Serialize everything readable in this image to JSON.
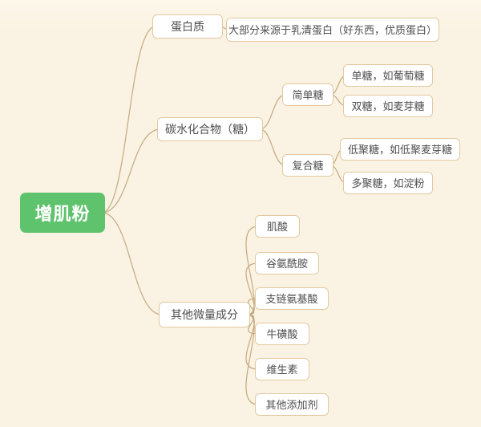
{
  "colors": {
    "background": "#faf2e2",
    "node_background": "#ffffff",
    "node_border": "#e2c9a0",
    "node_text": "#4f4f4f",
    "line": "#c4aa80",
    "root_background": "#5fc26d",
    "root_text": "#ffffff"
  },
  "root": {
    "label": "增肌粉"
  },
  "branches": {
    "protein": {
      "label": "蛋白质",
      "detail": "大部分来源于乳清蛋白（好东西，优质蛋白）"
    },
    "carbs": {
      "label": "碳水化合物（糖）",
      "simple": {
        "label": "简单糖",
        "children": [
          "单糖，如葡萄糖",
          "双糖，如麦芽糖"
        ]
      },
      "complex": {
        "label": "复合糖",
        "children": [
          "低聚糖，如低聚麦芽糖",
          "多聚糖，如淀粉"
        ]
      }
    },
    "other": {
      "label": "其他微量成分",
      "children": [
        "肌酸",
        "谷氨酰胺",
        "支链氨基酸",
        "牛磺酸",
        "维生素",
        "其他添加剂"
      ]
    }
  }
}
